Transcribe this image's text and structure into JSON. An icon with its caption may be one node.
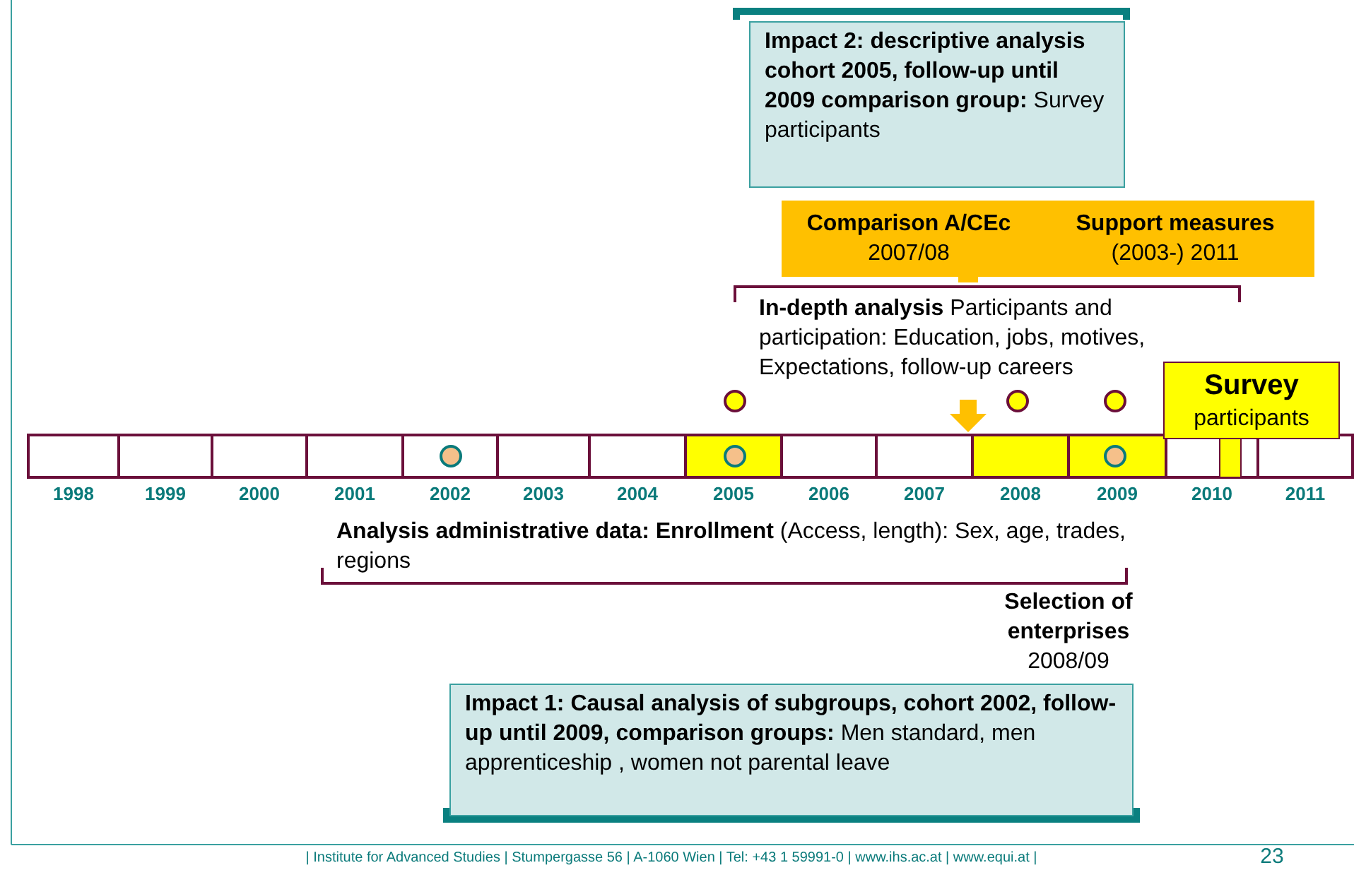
{
  "diagram": {
    "nodes": [
      {
        "text": [
          "**Impact 2: descriptive analysis cohort 2005, follow-up until 2009 comparison group:** Survey participants"
        ]
      },
      {
        "text": [
          "Comparison A/CEc",
          "2007/08"
        ]
      },
      {
        "text": [
          "Support measures",
          "(2003-) 2011"
        ]
      },
      {
        "text": [
          "**In-depth analysis** Participants and participation: Education, jobs, motives, Expectations, follow-up careers"
        ]
      },
      {
        "text": [
          "Survey",
          "participants"
        ]
      },
      {
        "text": [
          "**Analysis administrative data: Enrollment** (Access, length): Sex, age, trades, regions"
        ]
      },
      {
        "text": [
          "Selection of enterprises",
          "2008/09"
        ]
      },
      {
        "text": [
          "**Impact 1: Causal analysis of subgroups, cohort 2002, follow-up until 2009, comparison groups:** Men standard, men apprenticeship , women not parental leave"
        ]
      }
    ],
    "edges": [],
    "labels": [
      "1998",
      "1999",
      "2000",
      "2001",
      "2002",
      "2003",
      "2004",
      "2005",
      "2006",
      "2007",
      "2008",
      "2009",
      "2010",
      "2011",
      "| Institute for Advanced Studies | Stumpergasse 56 | A-1060 Wien | Tel: +43 1 59991-0 | www.ihs.ac.at | www.equi.at |",
      "23"
    ]
  }
}
